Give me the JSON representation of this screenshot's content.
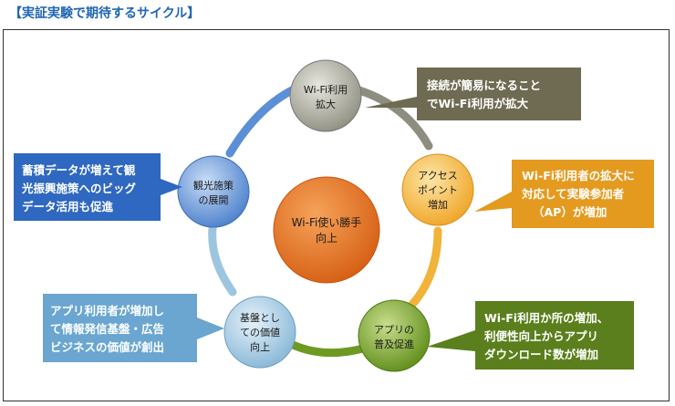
{
  "title": "【実証実験で期待するサイクル】",
  "center": {
    "lines": [
      "Wi-Fi使い勝手",
      "向上"
    ],
    "color": "#e8751f"
  },
  "ring_color": "#7a7a7a",
  "nodes": [
    {
      "id": "wifi-usage",
      "lines": [
        "Wi-Fi利用",
        "拡大"
      ],
      "color": "#9a9a8a"
    },
    {
      "id": "access-point",
      "lines": [
        "アクセス",
        "ポイント",
        "増加"
      ],
      "color": "#f2b33a"
    },
    {
      "id": "app-spread",
      "lines": [
        "アプリの",
        "普及促進"
      ],
      "color": "#6f9a22"
    },
    {
      "id": "platform-value",
      "lines": [
        "基盤とし",
        "ての価値",
        "向上"
      ],
      "color": "#9cc6e0"
    },
    {
      "id": "tourism",
      "lines": [
        "観光施策",
        "の展開"
      ],
      "color": "#5b8fd6"
    }
  ],
  "callouts": [
    {
      "id": "callout-wifi",
      "lines": [
        "接続が簡易になること",
        "でWi-Fi利用が拡大"
      ],
      "color": "#6f6a52"
    },
    {
      "id": "callout-ap",
      "lines": [
        "Wi-Fi利用者の拡大に",
        "対応して実験参加者",
        "（AP）が増加"
      ],
      "color": "#e49a1f"
    },
    {
      "id": "callout-app",
      "lines": [
        "Wi-Fi利用か所の増加、",
        "利便性向上からアプリ",
        "ダウンロード数が増加"
      ],
      "color": "#5a7f1c"
    },
    {
      "id": "callout-platform",
      "lines": [
        "アプリ利用者が増加し",
        "て情報発信基盤・広告",
        "ビジネスの価値が創出"
      ],
      "color": "#6aa6d0"
    },
    {
      "id": "callout-tourism",
      "lines": [
        "蓄積データが増えて観",
        "光振興施策へのビッグ",
        "データ活用も促進"
      ],
      "color": "#2f68c0"
    }
  ]
}
